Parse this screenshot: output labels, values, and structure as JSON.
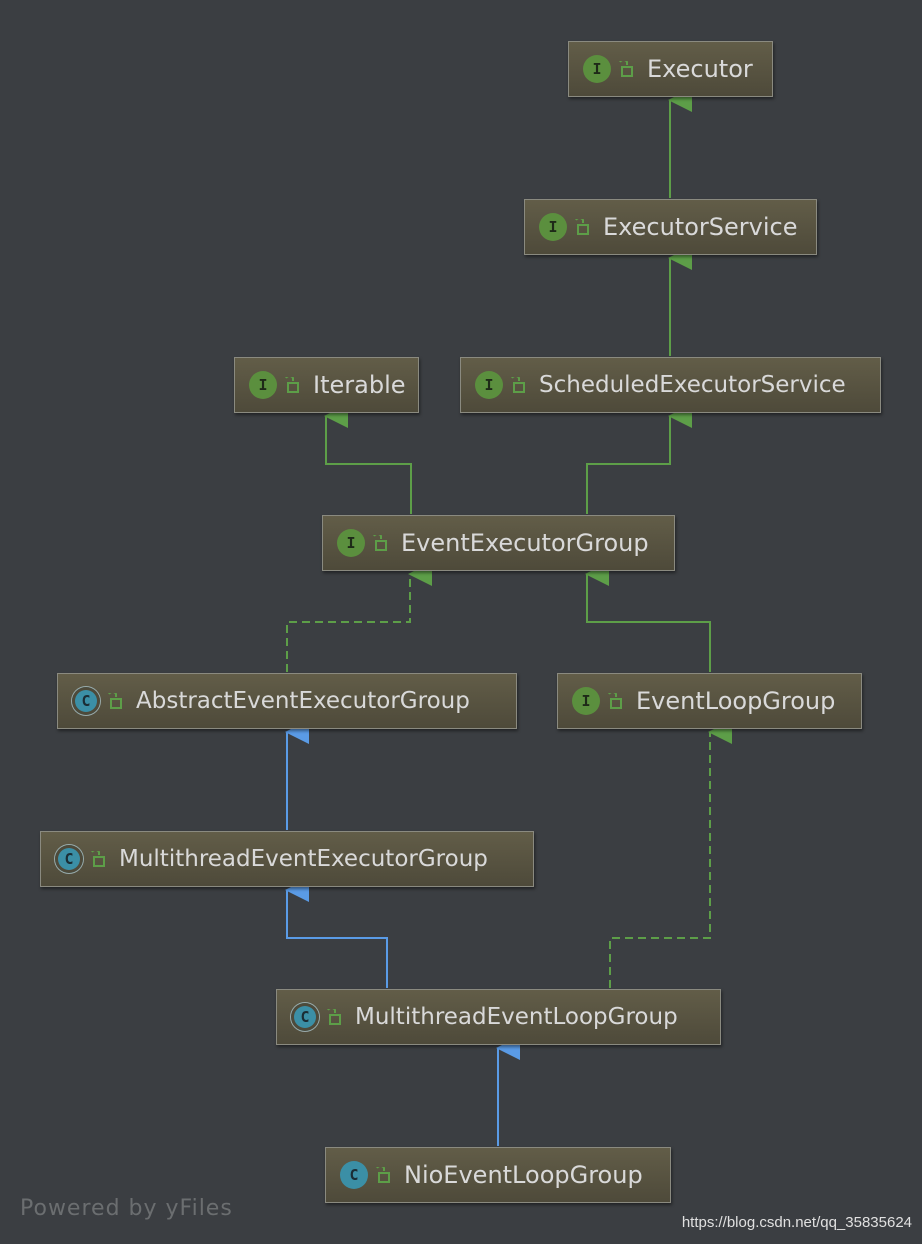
{
  "colors": {
    "background": "#3b3e42",
    "extends_interface": "#5d9e48",
    "extends_class": "#5a9be6",
    "implements": "#5d9e48",
    "node_fill": "#58543f"
  },
  "nodes": {
    "executor": {
      "label": "Executor",
      "kind": "I",
      "icon": "interface-icon"
    },
    "executor_service": {
      "label": "ExecutorService",
      "kind": "I",
      "icon": "interface-icon"
    },
    "iterable": {
      "label": "Iterable",
      "kind": "I",
      "icon": "interface-icon"
    },
    "scheduled_executor_service": {
      "label": "ScheduledExecutorService",
      "kind": "I",
      "icon": "interface-icon"
    },
    "event_executor_group": {
      "label": "EventExecutorGroup",
      "kind": "I",
      "icon": "interface-icon"
    },
    "abstract_event_executor_group": {
      "label": "AbstractEventExecutorGroup",
      "kind": "C",
      "icon": "abstract-class-icon"
    },
    "event_loop_group": {
      "label": "EventLoopGroup",
      "kind": "I",
      "icon": "interface-icon"
    },
    "multithread_event_executor_group": {
      "label": "MultithreadEventExecutorGroup",
      "kind": "C",
      "icon": "abstract-class-icon"
    },
    "multithread_event_loop_group": {
      "label": "MultithreadEventLoopGroup",
      "kind": "C",
      "icon": "abstract-class-icon"
    },
    "nio_event_loop_group": {
      "label": "NioEventLoopGroup",
      "kind": "C",
      "icon": "class-icon"
    }
  },
  "edges": [
    {
      "from": "executor_service",
      "to": "executor",
      "type": "extends-interface"
    },
    {
      "from": "scheduled_executor_service",
      "to": "executor_service",
      "type": "extends-interface"
    },
    {
      "from": "event_executor_group",
      "to": "iterable",
      "type": "extends-interface"
    },
    {
      "from": "event_executor_group",
      "to": "scheduled_executor_service",
      "type": "extends-interface"
    },
    {
      "from": "abstract_event_executor_group",
      "to": "event_executor_group",
      "type": "implements"
    },
    {
      "from": "event_loop_group",
      "to": "event_executor_group",
      "type": "extends-interface"
    },
    {
      "from": "multithread_event_executor_group",
      "to": "abstract_event_executor_group",
      "type": "extends-class"
    },
    {
      "from": "multithread_event_loop_group",
      "to": "multithread_event_executor_group",
      "type": "extends-class"
    },
    {
      "from": "multithread_event_loop_group",
      "to": "event_loop_group",
      "type": "implements"
    },
    {
      "from": "nio_event_loop_group",
      "to": "multithread_event_loop_group",
      "type": "extends-class"
    }
  ],
  "footer": {
    "brand": "Powered by yFiles",
    "url": "https://blog.csdn.net/qq_35835624"
  }
}
